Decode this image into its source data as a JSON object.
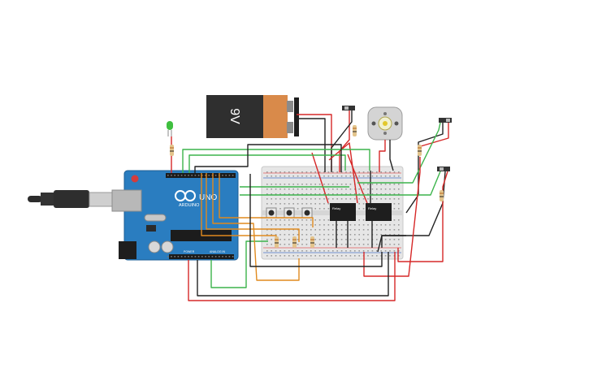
{
  "battery": {
    "label": "9V"
  },
  "arduino": {
    "brand": "ARDUINO",
    "model": "UNO",
    "header_power": "POWER",
    "header_analog": "ANALOG IN"
  },
  "relays": [
    {
      "label": "Relay"
    },
    {
      "label": "Relay"
    }
  ],
  "colors": {
    "wire_red": "#d62828",
    "wire_black": "#222222",
    "wire_green": "#3cb44b",
    "wire_orange": "#e08a1e",
    "arduino_board": "#2a7dc0",
    "battery_orange": "#d98a4a",
    "led_green": "#3fbf3f"
  }
}
